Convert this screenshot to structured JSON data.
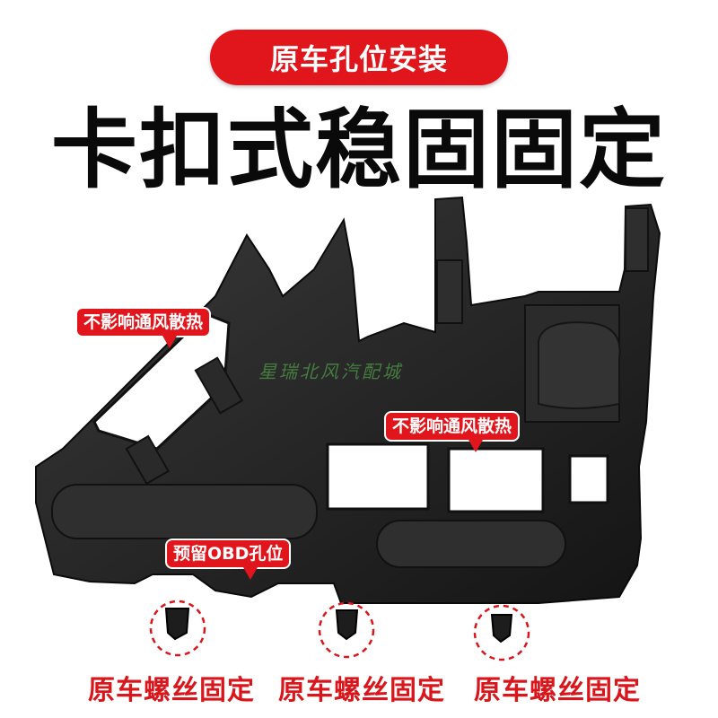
{
  "badge": {
    "text": "原车孔位安装"
  },
  "headline": {
    "text": "卡扣式稳固固定"
  },
  "callouts": {
    "vent_left": "不影响通风散热",
    "vent_right": "不影响通风散热",
    "obd": "预留OBD孔位"
  },
  "watermark": {
    "text": "星瑞北风汽配城"
  },
  "bottom_labels": [
    "原车螺丝固定",
    "原车螺丝固定",
    "原车螺丝固定"
  ],
  "colors": {
    "accent_red": "#e0161c",
    "part_black": "#1f1f1f",
    "watermark_green": "#4a8b43"
  }
}
